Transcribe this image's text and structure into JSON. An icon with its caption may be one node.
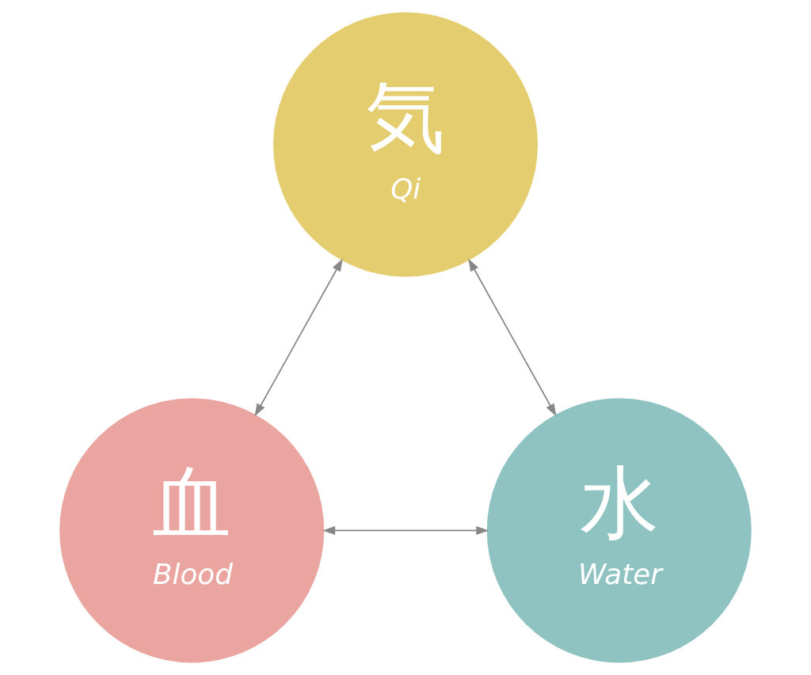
{
  "diagram": {
    "nodes": [
      {
        "text": [
          "気",
          "Qi"
        ]
      },
      {
        "text": [
          "血",
          "Blood"
        ]
      },
      {
        "text": [
          "水",
          "Water"
        ]
      }
    ],
    "edges": [
      {
        "from": 0,
        "to": 1,
        "arrow": "both"
      },
      {
        "from": 0,
        "to": 2,
        "arrow": "both"
      },
      {
        "from": 1,
        "to": 2,
        "arrow": "both"
      }
    ]
  }
}
